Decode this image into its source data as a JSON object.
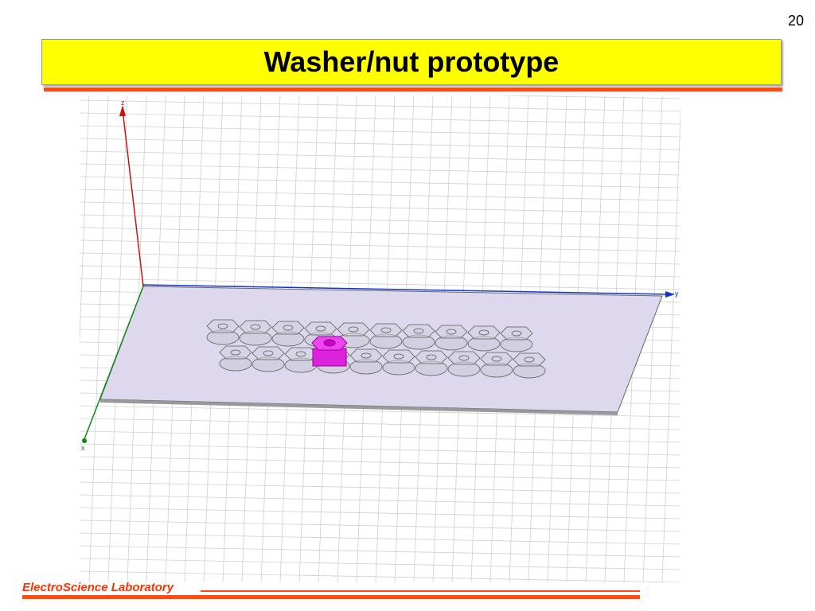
{
  "slide": {
    "page_number": "20",
    "title": "Washer/nut prototype",
    "footer": "ElectroScience Laboratory"
  },
  "viewport": {
    "axes": [
      {
        "label": "z",
        "color": "#cc1111"
      },
      {
        "label": "y",
        "color": "#1133cc"
      },
      {
        "label": "x",
        "color": "#118811"
      }
    ],
    "grid_color": "#d0d0d0",
    "plane_color": "#ddd8ee",
    "washer_color": "#b8b8c8",
    "nut_color": "#ee22ee",
    "washer_row_counts": [
      10,
      10
    ]
  },
  "colors": {
    "title_bg": "#ffff00",
    "accent": "#ff4a10",
    "footer_text": "#ff3300"
  }
}
